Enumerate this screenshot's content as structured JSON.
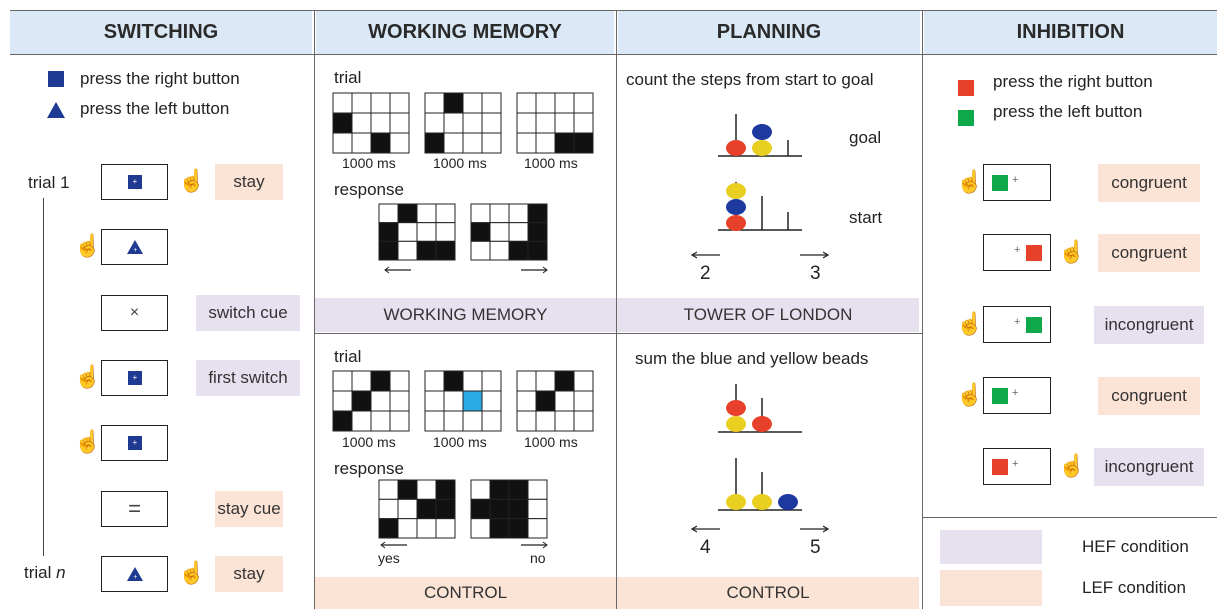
{
  "columns": {
    "switching": "SWITCHING",
    "working_memory": "WORKING MEMORY",
    "planning": "PLANNING",
    "inhibition": "INHIBITION"
  },
  "switching": {
    "legend_square": "press the right button",
    "legend_triangle": "press the left button",
    "trial_1": "trial 1",
    "trial_n_prefix": "trial ",
    "trial_n_var": "n",
    "rows": [
      {
        "symbol": "square",
        "tag": "stay",
        "tag_type": "lef"
      },
      {
        "symbol": "triangle",
        "tag": "",
        "tag_type": ""
      },
      {
        "symbol": "×",
        "tag": "switch cue",
        "tag_type": "hef"
      },
      {
        "symbol": "square",
        "tag": "first switch",
        "tag_type": "hef"
      },
      {
        "symbol": "square",
        "tag": "",
        "tag_type": ""
      },
      {
        "symbol": "=",
        "tag": "stay cue",
        "tag_type": "lef"
      },
      {
        "symbol": "triangle",
        "tag": "stay",
        "tag_type": "lef"
      }
    ]
  },
  "working_memory": {
    "trial_label": "trial",
    "response_label": "response",
    "ms_label": "1000 ms",
    "hef_band": "WORKING MEMORY",
    "control_trial_label": "trial",
    "control_response_label": "response",
    "yes_label": "yes",
    "no_label": "no",
    "lef_band": "CONTROL"
  },
  "planning": {
    "instruction": "count the steps from start to goal",
    "goal_label": "goal",
    "start_label": "start",
    "left_number": "2",
    "right_number": "3",
    "hef_band": "TOWER OF LONDON",
    "control_instruction": "sum the blue and yellow beads",
    "control_left_number": "4",
    "control_right_number": "5",
    "lef_band": "CONTROL"
  },
  "inhibition": {
    "legend_red": "press the right button",
    "legend_green": "press the left button",
    "rows": [
      {
        "tag": "congruent",
        "tag_type": "lef"
      },
      {
        "tag": "congruent",
        "tag_type": "lef"
      },
      {
        "tag": "incongruent",
        "tag_type": "hef"
      },
      {
        "tag": "congruent",
        "tag_type": "lef"
      },
      {
        "tag": "incongruent",
        "tag_type": "hef"
      }
    ],
    "hef_legend": "HEF condition",
    "lef_legend": "LEF condition"
  },
  "colors": {
    "header_bg": "#dbe9f6",
    "hef": "#e6e0ef",
    "lef": "#fbe3d6",
    "navy": "#1f3a93",
    "red": "#e8412b",
    "green": "#0fa84a",
    "blue_bead": "#1e3aa0",
    "yellow_bead": "#e9cf1f",
    "cyan_cell": "#2aaae2"
  },
  "icons": [
    "square-icon",
    "triangle-icon",
    "hand-pointer-icon"
  ]
}
